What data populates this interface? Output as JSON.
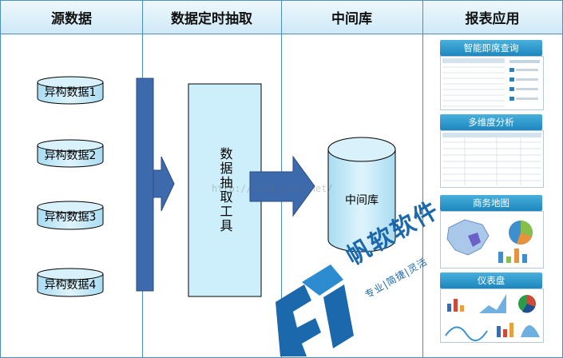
{
  "headers": [
    "源数据",
    "数据定时抽取",
    "中间库",
    "报表应用"
  ],
  "sources": [
    "异构数据1",
    "异构数据2",
    "异构数据3",
    "异构数据4"
  ],
  "tool_label": "数据抽取工具",
  "middle_db": "中间库",
  "reports": [
    "智能即席查询",
    "多维度分析",
    "商务地图",
    "仪表盘"
  ],
  "watermark_url": "http://blog.csdn.net/",
  "brand": {
    "name": "帆软软件",
    "slogan": "专业|简捷|灵活"
  },
  "colors": {
    "border": "#4b8fc2",
    "cylinder_fill": "#c9ecf9",
    "arrow_fill": "#3d69ad",
    "tool_fill": "#cdeffb"
  }
}
